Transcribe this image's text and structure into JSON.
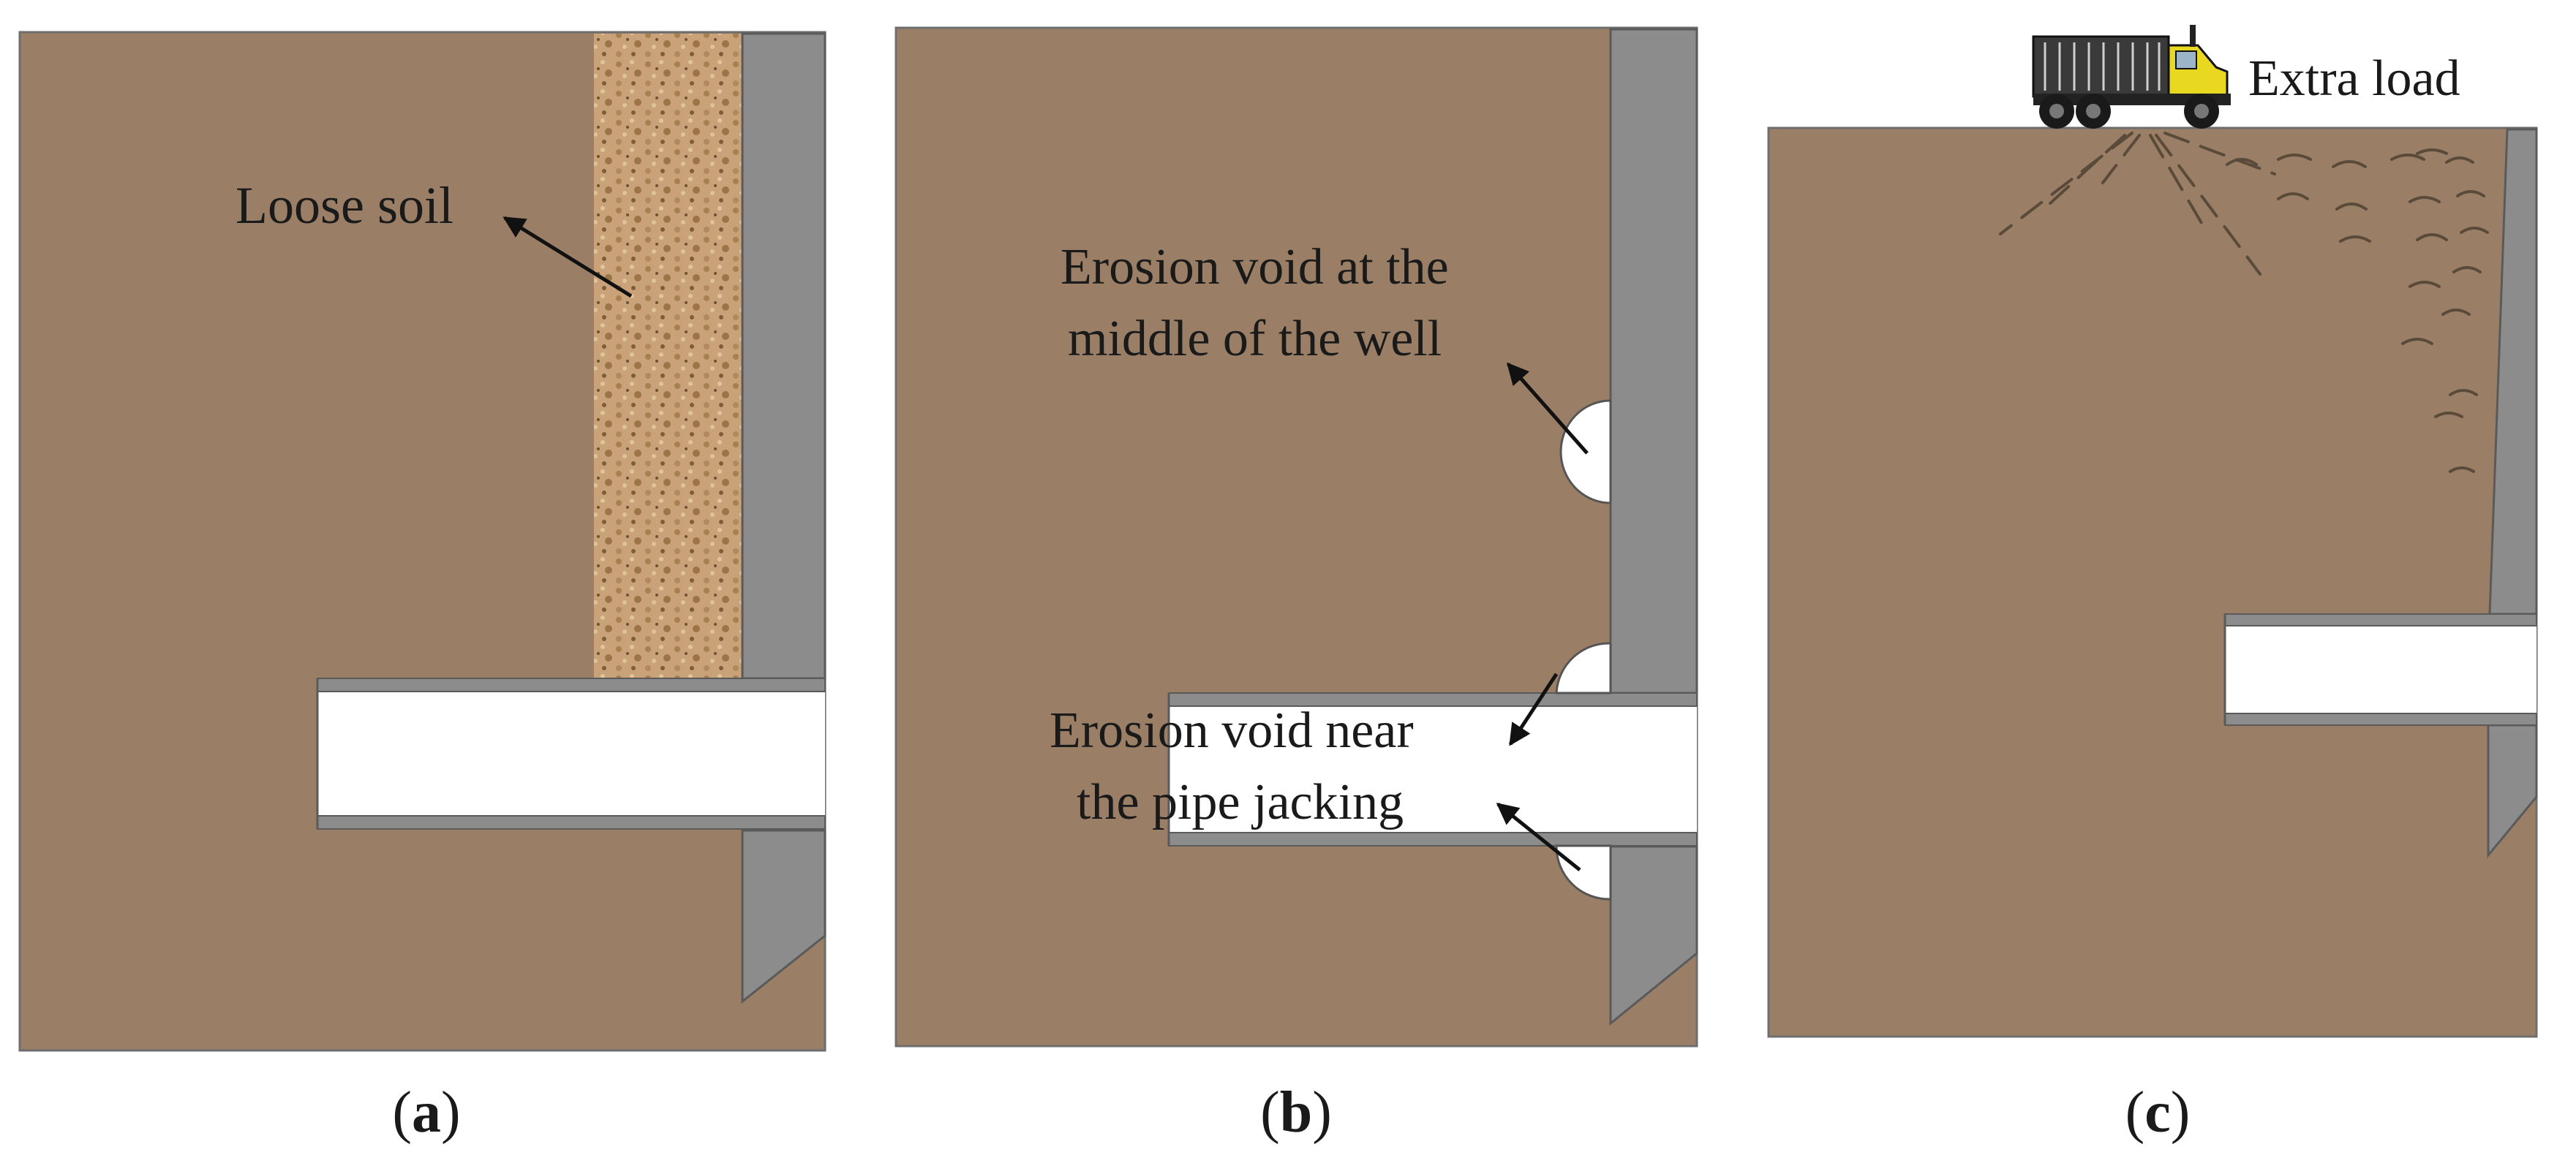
{
  "panels": [
    {
      "caption_letter": "a",
      "callouts": [
        {
          "text": "Loose soil"
        }
      ]
    },
    {
      "caption_letter": "b",
      "callouts": [
        {
          "text": "Erosion void at the",
          "text2": "middle of the well"
        },
        {
          "text": "Erosion void  near",
          "text2": "the pipe jacking"
        }
      ]
    },
    {
      "caption_letter": "c",
      "callouts": [
        {
          "text": "Extra load"
        }
      ]
    }
  ],
  "colors": {
    "soil": "#9a7f66",
    "wall": "#8c8c8c",
    "loose_soil": "#c9a27a",
    "void": "#ffffff",
    "truck_cab": "#e8d820"
  }
}
